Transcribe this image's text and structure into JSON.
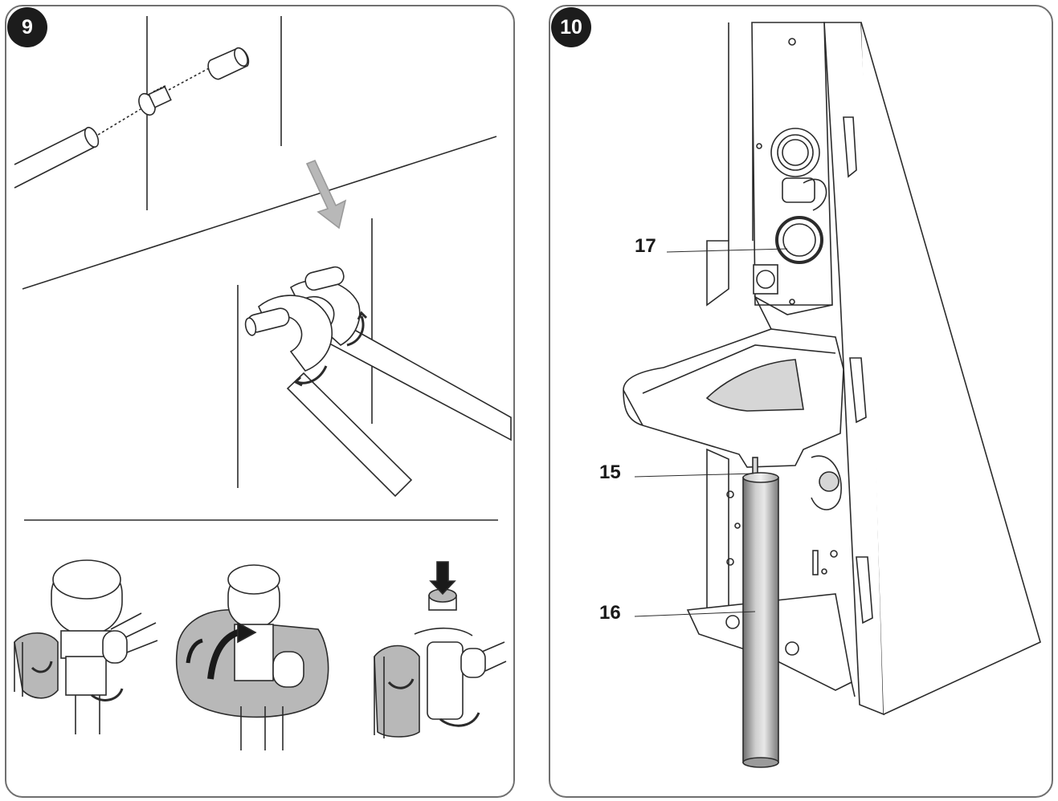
{
  "steps": {
    "step9": {
      "number": "9"
    },
    "step10": {
      "number": "10",
      "callouts": {
        "c17": "17",
        "c15": "15",
        "c16": "16"
      }
    }
  },
  "colors": {
    "line": "#2b2b2b",
    "shade": "#b8b8b8",
    "shade_dark": "#8c8c8c",
    "frame": "#6f6f6f"
  }
}
